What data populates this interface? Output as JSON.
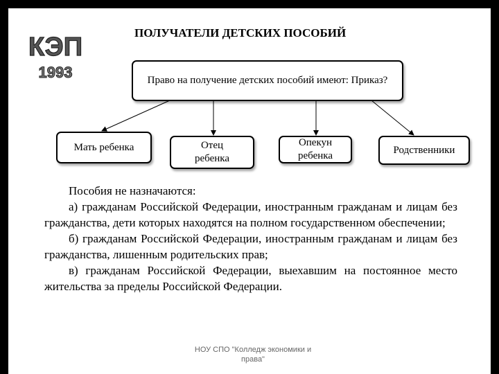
{
  "logo": {
    "letters": "КЭП",
    "year": "1993"
  },
  "title": "ПОЛУЧАТЕЛИ ДЕТСКИХ ПОСОБИЙ",
  "diagram": {
    "root": "Право на получение детских пособий имеют: Приказ?",
    "children": [
      "Мать ребенка",
      "Отец ребенка",
      "Опекун ребенка",
      "Родственники"
    ]
  },
  "text": {
    "heading": "Пособия не назначаются:",
    "items": [
      "а) гражданам Российской Федерации, иностранным гражданам и лицам без гражданства, дети которых находятся на полном государственном обеспечении;",
      "б) гражданам Российской Федерации, иностранным гражданам и лицам без гражданства, лишенным родительских прав;",
      "в) гражданам Российской Федерации, выехавшим на постоянное место жительства за пределы Российской Федерации."
    ]
  },
  "footer": "НОУ СПО \"Колледж экономики и права\""
}
